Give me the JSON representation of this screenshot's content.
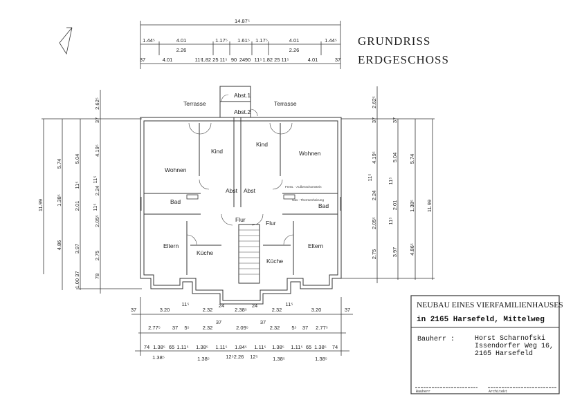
{
  "title": {
    "line1": "GRUNDRISS",
    "line2": "ERDGESCHOSS"
  },
  "title_block": {
    "project": "NEUBAU EINES VIERFAMILIENHAUSES",
    "location": "in 2165 Harsefeld, Mittelweg",
    "client_label": "Bauherr :",
    "client_name": "Horst Scharnofski",
    "client_street": "Issendorfer Weg 16,",
    "client_city": "2165 Harsefeld",
    "sig_client": "Bauherr",
    "sig_architect": "Architekt"
  },
  "rooms": {
    "terrasse_left": "Terrasse",
    "terrasse_right": "Terrasse",
    "abst1": "Abst.1",
    "abst2": "Abst.2",
    "kind_left": "Kind",
    "kind_right": "Kind",
    "wohnen_left": "Wohnen",
    "wohnen_right": "Wohnen",
    "bad_left": "Bad",
    "bad_right": "Bad",
    "abst_left": "Abst",
    "abst_right": "Abst",
    "flur_left": "Flur",
    "flur_right": "Flur",
    "eltern_left": "Eltern",
    "eltern_right": "Eltern",
    "kueche_left": "Küche",
    "kueche_right": "Küche",
    "note_chimney": "Fress. - Außenschornstein",
    "note_heating": "Gas - Thermenheizung"
  },
  "dimensions": {
    "overall_width": "14.87⁵",
    "top_row2": [
      "1.44⁵",
      "4.01",
      "1.17⁵",
      "1.61⁵",
      "1.17⁵",
      "4.01",
      "1.44⁵",
      "2.26",
      "2.26"
    ],
    "top_row3": [
      "37",
      "4.01",
      "11⁵",
      "1.82 25",
      "11⁵",
      "90",
      "24",
      "90",
      "11⁵",
      "1.82 25",
      "11⁵",
      "4.01",
      "37"
    ],
    "left": [
      "11.99",
      "5.74",
      "1.38⁵",
      "4.86",
      "5.04",
      "2.01",
      "3.97",
      "1.00 37",
      "2.62⁵",
      "4.19⁵",
      "2.24",
      "2.05⁵",
      "2.75",
      "37",
      "78",
      "11⁵",
      "11⁵",
      "11⁵"
    ],
    "right": [
      "2.62⁵",
      "4.19⁵",
      "2.24",
      "2.05⁵",
      "2.75",
      "5.04",
      "2.01",
      "3.97",
      "5.74",
      "1.38⁵",
      "4.86⁵",
      "11.99",
      "37",
      "37",
      "11⁵",
      "11⁵",
      "11⁵"
    ],
    "bottom_row1": [
      "37",
      "3.20",
      "11⁵",
      "2.32",
      "24",
      "2.38⁵",
      "24",
      "2.32",
      "11⁵",
      "3.20",
      "37"
    ],
    "bottom_row2": [
      "2.77⁵",
      "37",
      "5⁵",
      "2.32",
      "37",
      "2.09⁵",
      "37",
      "2.32",
      "5⁵",
      "37",
      "2.77⁵"
    ],
    "bottom_row3": [
      "74",
      "1.38⁵",
      "65",
      "1.11⁵",
      "1.38⁵",
      "1.11⁵",
      "1.84⁵",
      "1.11⁵",
      "1.38⁵",
      "1.11⁵",
      "65",
      "1.38⁵",
      "74"
    ],
    "bottom_row4": [
      "1.38⁵",
      "1.38⁵",
      "12⁵",
      "2.26",
      "12⁵",
      "1.38⁵",
      "1.38⁵"
    ]
  }
}
